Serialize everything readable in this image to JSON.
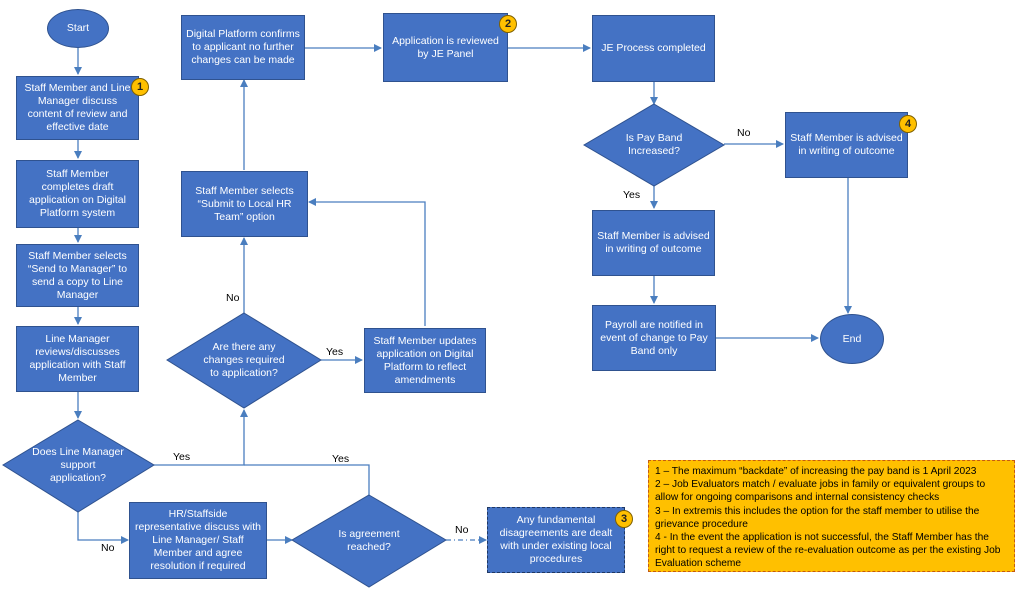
{
  "nodes": {
    "start": "Start",
    "s1": "Staff Member and Line Manager discuss content of review and effective date",
    "s2": "Staff Member completes draft application on Digital Platform system",
    "s3": "Staff Member selects “Send to Manager” to send a copy to Line Manager",
    "s4": "Line Manager reviews/discusses application with Staff Member",
    "d1": "Does Line Manager support application?",
    "hr": "HR/Staffside representative discuss with Line Manager/ Staff Member and agree resolution if required",
    "d3": "Is agreement reached?",
    "disagree": "Any fundamental disagreements are dealt with under existing local procedures",
    "d2": "Are there any changes required to application?",
    "upd": "Staff Member updates application on Digital Platform to reflect amendments",
    "submit": "Staff Member selects “Submit to Local HR Team” option",
    "dp": "Digital Platform confirms to applicant no further changes can be made",
    "jep": "Application is reviewed by JE Panel",
    "jec": "JE Process completed",
    "d4": "Is Pay Band Increased?",
    "adv_no": "Staff Member is advised in writing of outcome",
    "adv_yes": "Staff Member is advised in writing of outcome",
    "payroll": "Payroll are notified in event of change to Pay Band only",
    "end": "End"
  },
  "labels": {
    "yes": "Yes",
    "no": "No"
  },
  "badges": [
    "1",
    "2",
    "3",
    "4"
  ],
  "notes": [
    "1 – The maximum “backdate” of increasing the pay band is 1 April 2023",
    "2 – Job Evaluators match / evaluate jobs in family or equivalent groups to allow for ongoing comparisons and internal consistency checks",
    "3 – In extremis this includes the option for the staff member to utilise the grievance procedure",
    "4 - In the event the application is not successful, the Staff Member has the right to request a review of the re-evaluation outcome as per the existing Job Evaluation scheme"
  ],
  "colors": {
    "node_fill": "#4472c4",
    "line": "#4a7ebf",
    "badge": "#ffc000",
    "notes_fill": "#ffc000"
  }
}
